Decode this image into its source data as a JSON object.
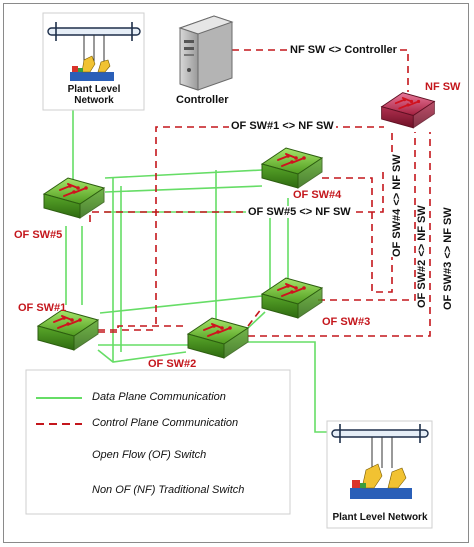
{
  "plants": {
    "top": {
      "label_line1": "Plant Level",
      "label_line2": "Network"
    },
    "bottom": {
      "label": "Plant Level Network"
    }
  },
  "controller": {
    "label": "Controller"
  },
  "switches": {
    "nf": "NF SW",
    "of1": "OF SW#1",
    "of2": "OF SW#2",
    "of3": "OF SW#3",
    "of4": "OF SW#4",
    "of5": "OF SW#5"
  },
  "control_links": {
    "nf_controller": "NF SW <> Controller",
    "of1_nf": "OF SW#1 <> NF SW",
    "of5_nf": "OF SW#5 <> NF SW",
    "of4_nf": "OF SW#4 <> NF SW",
    "of2_nf": "OF SW#2 <> NF SW",
    "of3_nf": "OF SW#3 <> NF SW"
  },
  "legend": {
    "data_plane": "Data Plane Communication",
    "control_plane": "Control Plane Communication",
    "of_switch": "Open Flow (OF) Switch",
    "nf_switch": "Non OF (NF) Traditional Switch"
  },
  "colors": {
    "data_plane": "#66dd66",
    "control_plane": "#c4161c",
    "of_switch": "#7fcf3f",
    "nf_switch": "#c9345a"
  }
}
